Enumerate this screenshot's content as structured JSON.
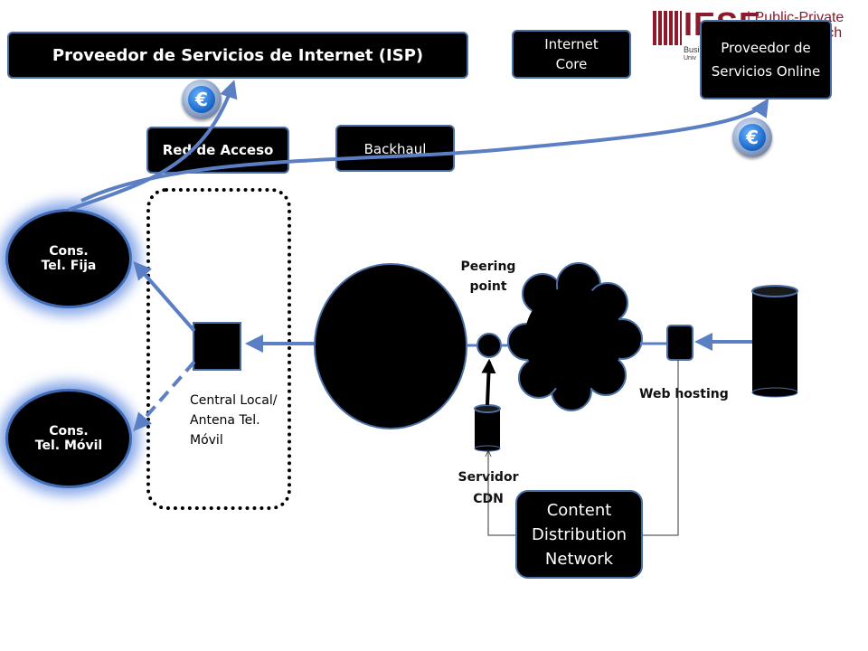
{
  "header": {
    "isp_title": "Proveedor de Servicios de Internet (ISP)",
    "internet_core": "Internet Core",
    "online_provider": "Proveedor de Servicios Online"
  },
  "logo": {
    "brand_text": "IESE",
    "brand_sub1": "Busi",
    "brand_sub2": "Univ",
    "right_line1": "| Public-Private",
    "right_line2": "arch"
  },
  "boxes": {
    "red_acceso": "Red de Acceso",
    "backhaul": "Backhaul",
    "cdn": "Content Distribution Network"
  },
  "consumers": {
    "fija_line1": "Cons.",
    "fija_line2": "Tel. Fija",
    "movil_line1": "Cons.",
    "movil_line2": "Tel. Móvil"
  },
  "labels": {
    "central_local": "Central Local/ Antena Tel. Móvil",
    "peering_point": "Peering point",
    "web_hosting": "Web hosting",
    "servidor_cdn": "Servidor CDN"
  },
  "icons": {
    "euro_symbol": "€"
  },
  "colors": {
    "box_border": "#4a6fa5",
    "arrow": "#5b7fc4",
    "consumer_glow": "#4678dc"
  }
}
